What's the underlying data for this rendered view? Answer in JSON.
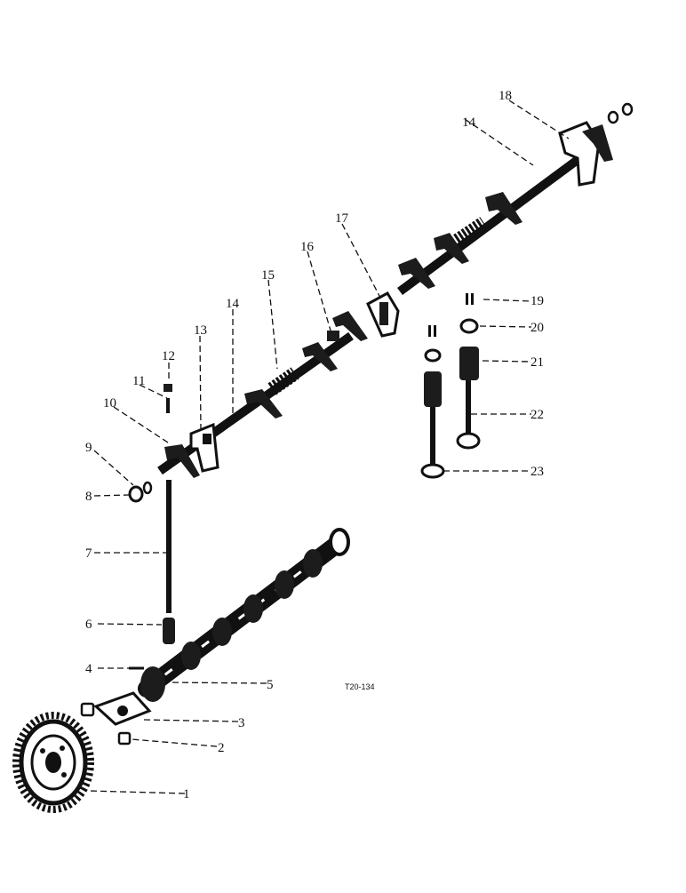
{
  "diagram": {
    "drawing_code": "T20-134",
    "callouts": [
      "1",
      "2",
      "3",
      "4",
      "5",
      "6",
      "7",
      "8",
      "9",
      "10",
      "11",
      "12",
      "13",
      "14",
      "14",
      "15",
      "16",
      "17",
      "18",
      "19",
      "20",
      "21",
      "22",
      "23"
    ]
  },
  "colors": {
    "ink": "#1c1c1c",
    "paper": "#ffffff"
  }
}
